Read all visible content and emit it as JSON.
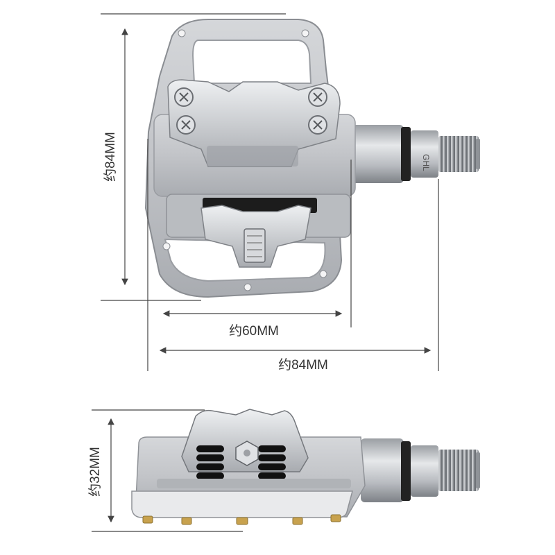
{
  "dimensions": {
    "top_height": "约84MM",
    "inner_width": "约60MM",
    "total_width": "约84MM",
    "side_height": "约32MM"
  },
  "axle_marking": "GHL",
  "colors": {
    "line": "#444444",
    "body_silver": "#c4c6c9",
    "body_highlight": "#e3e4e6",
    "body_shadow": "#8e9196",
    "rubber": "#1a1a1a",
    "chrome": "#d9dcdf"
  }
}
